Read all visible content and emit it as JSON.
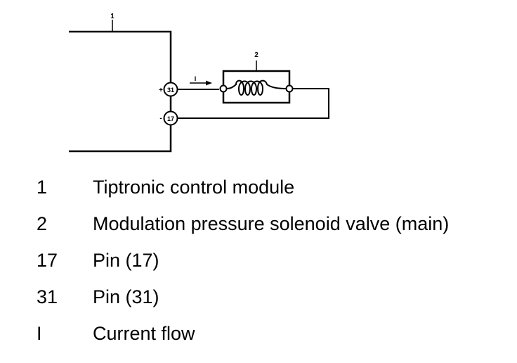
{
  "diagram": {
    "labels": {
      "control_module_ref": "1",
      "solenoid_ref": "2",
      "pin_31": "31",
      "pin_17": "17",
      "plus_sign": "+",
      "minus_sign": "-",
      "current_ref": "I"
    }
  },
  "legend": [
    {
      "key": "1",
      "text": "Tiptronic control module"
    },
    {
      "key": "2",
      "text": "Modulation pressure solenoid valve (main)"
    },
    {
      "key": "17",
      "text": "Pin (17)"
    },
    {
      "key": "31",
      "text": "Pin (31)"
    },
    {
      "key": "I",
      "text": "Current flow"
    }
  ]
}
